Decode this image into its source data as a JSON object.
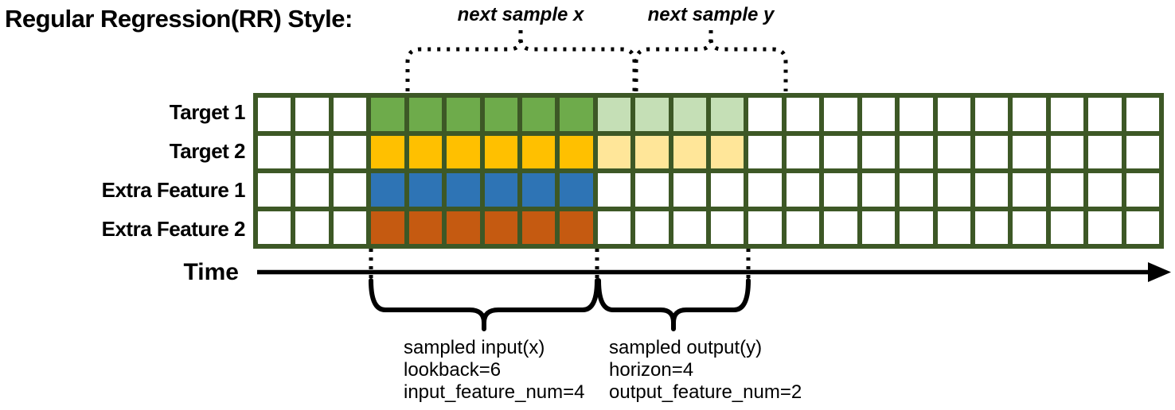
{
  "title": "Regular Regression(RR) Style:",
  "annotations": {
    "next_sample_x": "next sample x",
    "next_sample_y": "next sample y"
  },
  "time_axis": {
    "label": "Time"
  },
  "grid": {
    "columns": 24,
    "input_start_col": 4,
    "lookback": 6,
    "horizon": 4,
    "border_color": "#3D5826",
    "empty_cell_color": "#FFFFFF",
    "rows": [
      {
        "label": "Target 1",
        "input_color": "#6EAB4B",
        "output_color": "#C5DFB6"
      },
      {
        "label": "Target 2",
        "input_color": "#FFC000",
        "output_color": "#FFE699"
      },
      {
        "label": "Extra Feature 1",
        "input_color": "#2E74B5",
        "output_color": null
      },
      {
        "label": "Extra Feature 2",
        "input_color": "#C55A11",
        "output_color": null
      }
    ]
  },
  "sampled_input": {
    "lines": [
      "sampled input(x)",
      "lookback=6",
      "input_feature_num=4"
    ]
  },
  "sampled_output": {
    "lines": [
      "sampled output(y)",
      "horizon=4",
      "output_feature_num=2"
    ]
  },
  "colors": {
    "annotation_line": "#000000",
    "text": "#000000"
  }
}
